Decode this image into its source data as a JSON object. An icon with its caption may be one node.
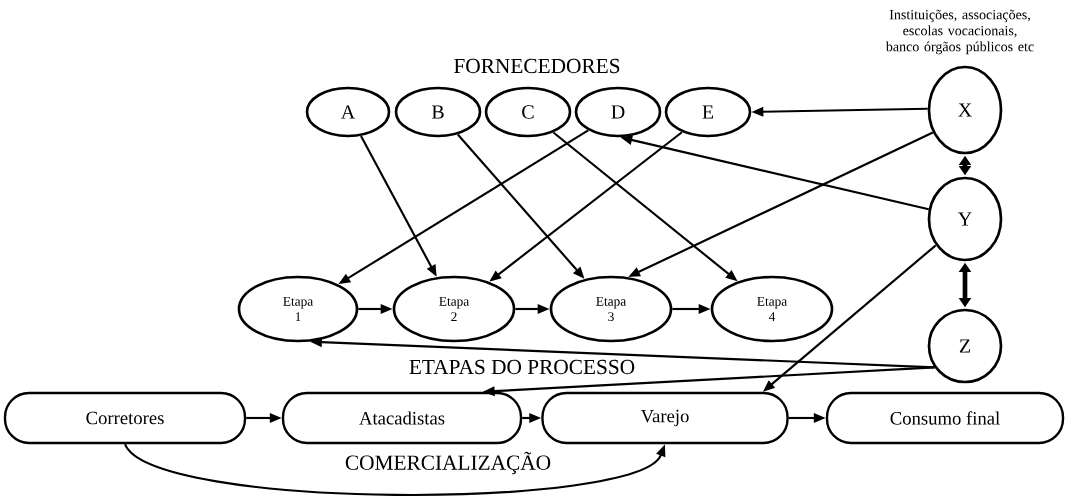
{
  "diagram": {
    "nodes": [
      {
        "text": [
          "A"
        ]
      },
      {
        "text": [
          "B"
        ]
      },
      {
        "text": [
          "C"
        ]
      },
      {
        "text": [
          "D"
        ]
      },
      {
        "text": [
          "E"
        ]
      },
      {
        "text": [
          "X"
        ]
      },
      {
        "text": [
          "Y"
        ]
      },
      {
        "text": [
          "Z"
        ]
      },
      {
        "text": [
          "Etapa 1"
        ]
      },
      {
        "text": [
          "Etapa 2"
        ]
      },
      {
        "text": [
          "Etapa 3"
        ]
      },
      {
        "text": [
          "Etapa 4"
        ]
      },
      {
        "text": [
          "Corretores"
        ]
      },
      {
        "text": [
          "Atacadistas"
        ]
      },
      {
        "text": [
          "Varejo"
        ]
      },
      {
        "text": [
          "Consumo final"
        ]
      }
    ],
    "edges": [
      {
        "from": 0,
        "to": 9,
        "arrow": "to"
      },
      {
        "from": 1,
        "to": 10,
        "arrow": "to"
      },
      {
        "from": 2,
        "to": 11,
        "arrow": "to"
      },
      {
        "from": 3,
        "to": 8,
        "arrow": "to"
      },
      {
        "from": 4,
        "to": 9,
        "arrow": "to"
      },
      {
        "from": 5,
        "to": 4,
        "arrow": "to"
      },
      {
        "from": 5,
        "to": 10,
        "arrow": "to"
      },
      {
        "from": 6,
        "to": 3,
        "arrow": "to"
      },
      {
        "from": 6,
        "to": 14,
        "arrow": "to"
      },
      {
        "from": 5,
        "to": 6,
        "arrow": "both",
        "style": "thick"
      },
      {
        "from": 6,
        "to": 7,
        "arrow": "both",
        "style": "thick"
      },
      {
        "from": 7,
        "to": 8,
        "arrow": "to"
      },
      {
        "from": 7,
        "to": 13,
        "arrow": "to"
      },
      {
        "from": 8,
        "to": 9,
        "arrow": "to"
      },
      {
        "from": 9,
        "to": 10,
        "arrow": "to"
      },
      {
        "from": 10,
        "to": 11,
        "arrow": "to"
      },
      {
        "from": 12,
        "to": 13,
        "arrow": "to"
      },
      {
        "from": 13,
        "to": 14,
        "arrow": "to"
      },
      {
        "from": 14,
        "to": 15,
        "arrow": "to"
      },
      {
        "from": 12,
        "to": 14,
        "arrow": "to"
      }
    ],
    "labels": [
      "Instituições, associações, escolas vocacionais, banco órgãos públicos etc",
      "FORNECEDORES",
      "ETAPAS DO PROCESSO",
      "COMERCIALIZAÇÃO"
    ]
  }
}
